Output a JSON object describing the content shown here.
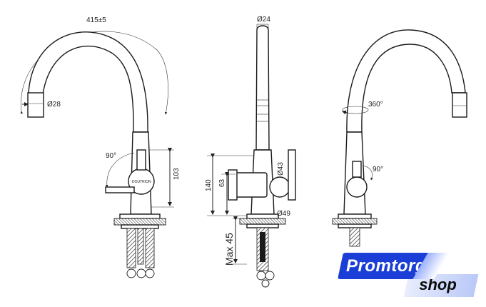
{
  "drawing": {
    "left_view": {
      "reach_dim": "415±5",
      "spout_diameter": "Ø28",
      "handle_angle": "90°",
      "height_dim": "103",
      "brand_label": "DOUTRION"
    },
    "middle_view": {
      "top_diameter": "Ø24",
      "body_diameter": "Ø43",
      "base_diameter": "Ø49",
      "total_height_dim": "140",
      "handle_height_dim": "63",
      "deck_thickness": "Max 45"
    },
    "right_view": {
      "rotation_angle": "360°",
      "handle_angle": "90°"
    }
  },
  "logo": {
    "top_text": "Promtorg",
    "bottom_text": "shop",
    "colors": {
      "blue": "#1b3fd6",
      "light": "#b9c8f7"
    }
  }
}
